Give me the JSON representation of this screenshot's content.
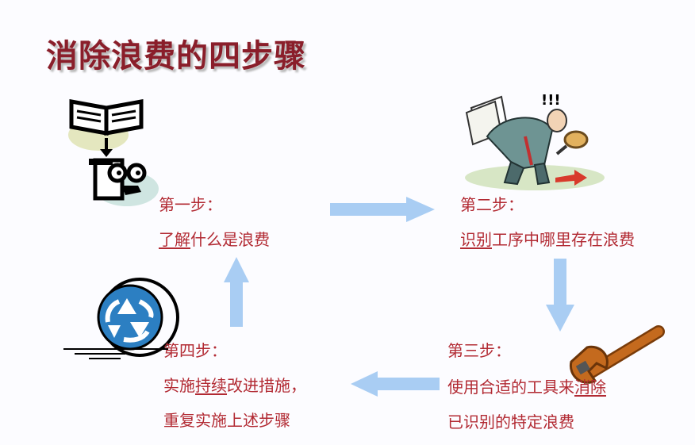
{
  "title": "消除浪费的四步骤",
  "colors": {
    "title": "#8a1e2a",
    "step_text": "#b22a33",
    "arrow": "#a9cdf3"
  },
  "steps": [
    {
      "heading": "第一步：",
      "line1_underlined": "了解",
      "line1_rest": "什么是浪费",
      "icon": "book-and-thinking-face-icon"
    },
    {
      "heading": "第二步：",
      "line1_underlined": "识别",
      "line1_rest": "工序中哪里存在浪费",
      "icon": "inspector-with-magnifier-icon"
    },
    {
      "heading": "第三步：",
      "line1_before": "使用合适的工具来",
      "line1_underlined": "消除",
      "line2": "已识别的特定浪费",
      "icon": "wrench-icon"
    },
    {
      "heading": "第四步：",
      "line1_before": "实施",
      "line1_underlined": "持续",
      "line1_after": "改进措施，",
      "line2": "重复实施上述步骤",
      "icon": "recycle-icon"
    }
  ]
}
